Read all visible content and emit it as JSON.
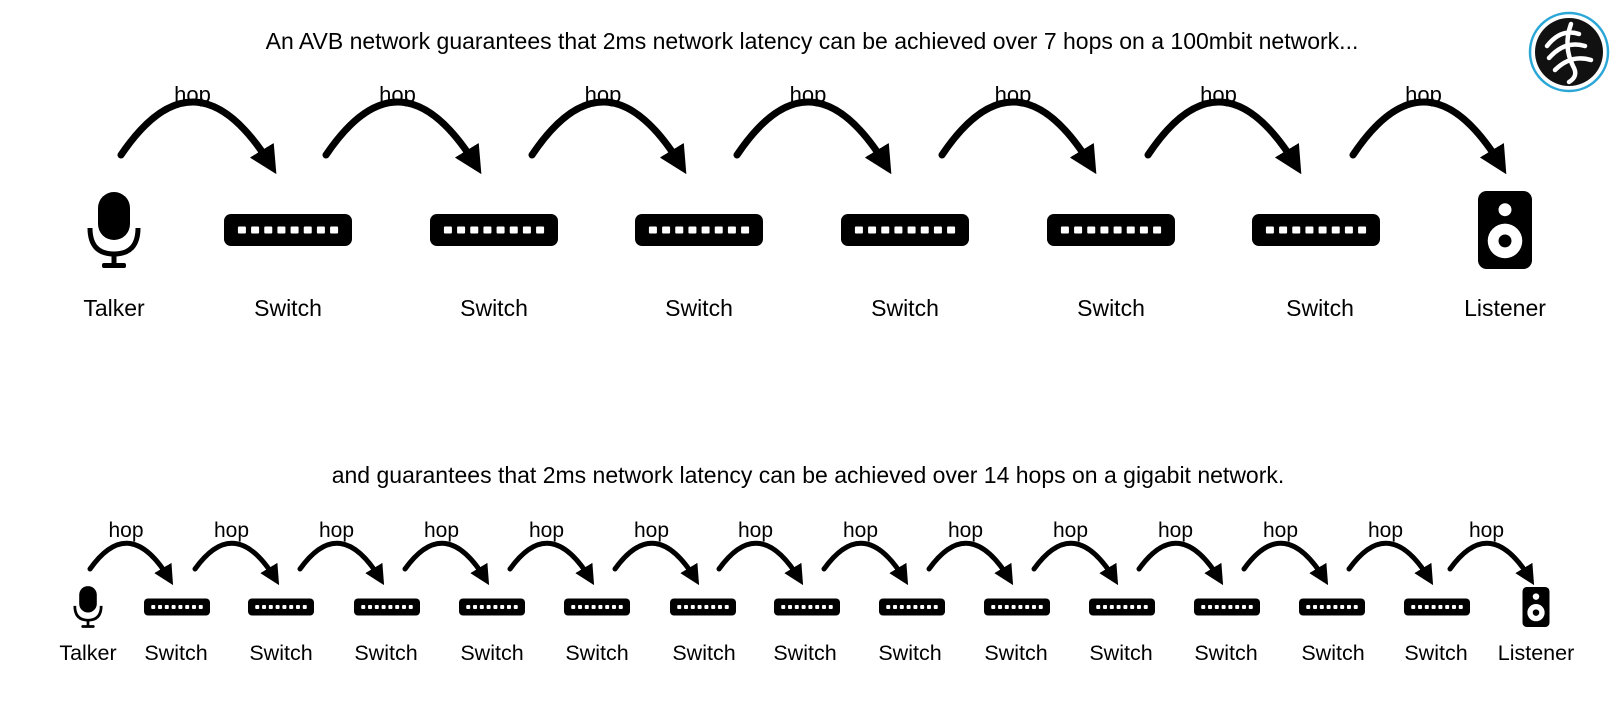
{
  "logo": {
    "icon": "brand-logo-icon",
    "ring_color": "#2aa7d6"
  },
  "top": {
    "caption": "An AVB network guarantees that 2ms network latency can be achieved over 7 hops on a 100mbit network...",
    "hop_label": "hop",
    "hop_count": 7,
    "nodes": [
      {
        "type": "talker",
        "icon": "microphone-icon",
        "label": "Talker"
      },
      {
        "type": "switch",
        "icon": "switch-icon",
        "label": "Switch"
      },
      {
        "type": "switch",
        "icon": "switch-icon",
        "label": "Switch"
      },
      {
        "type": "switch",
        "icon": "switch-icon",
        "label": "Switch"
      },
      {
        "type": "switch",
        "icon": "switch-icon",
        "label": "Switch"
      },
      {
        "type": "switch",
        "icon": "switch-icon",
        "label": "Switch"
      },
      {
        "type": "switch",
        "icon": "switch-icon",
        "label": "Switch"
      },
      {
        "type": "listener",
        "icon": "speaker-icon",
        "label": "Listener"
      }
    ]
  },
  "bottom": {
    "caption": "and guarantees that 2ms network latency can be achieved over 14 hops on a gigabit network.",
    "hop_label": "hop",
    "hop_count": 14,
    "nodes": [
      {
        "type": "talker",
        "icon": "microphone-icon",
        "label": "Talker"
      },
      {
        "type": "switch",
        "icon": "switch-icon",
        "label": "Switch"
      },
      {
        "type": "switch",
        "icon": "switch-icon",
        "label": "Switch"
      },
      {
        "type": "switch",
        "icon": "switch-icon",
        "label": "Switch"
      },
      {
        "type": "switch",
        "icon": "switch-icon",
        "label": "Switch"
      },
      {
        "type": "switch",
        "icon": "switch-icon",
        "label": "Switch"
      },
      {
        "type": "switch",
        "icon": "switch-icon",
        "label": "Switch"
      },
      {
        "type": "switch",
        "icon": "switch-icon",
        "label": "Switch"
      },
      {
        "type": "switch",
        "icon": "switch-icon",
        "label": "Switch"
      },
      {
        "type": "switch",
        "icon": "switch-icon",
        "label": "Switch"
      },
      {
        "type": "switch",
        "icon": "switch-icon",
        "label": "Switch"
      },
      {
        "type": "switch",
        "icon": "switch-icon",
        "label": "Switch"
      },
      {
        "type": "switch",
        "icon": "switch-icon",
        "label": "Switch"
      },
      {
        "type": "switch",
        "icon": "switch-icon",
        "label": "Switch"
      },
      {
        "type": "listener",
        "icon": "speaker-icon",
        "label": "Listener"
      }
    ]
  }
}
